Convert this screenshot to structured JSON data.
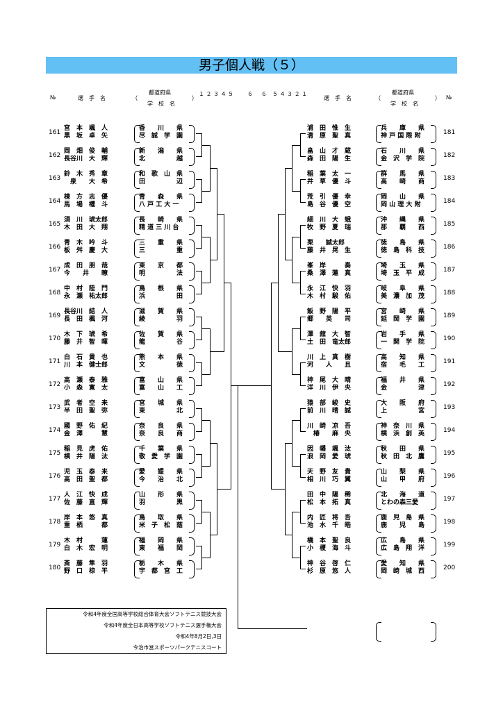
{
  "title": "男子個人戦（５）",
  "header": {
    "no": "№",
    "players": "選　手　名",
    "pref": "都道府県",
    "school": "学　校　名",
    "rounds_left": "１ ２ ３ ４ ５",
    "rounds_left2": "６",
    "rounds_right": "５ ４ ３ ２ １",
    "rounds_right2": "６",
    "paren_open": "（",
    "paren_close": "）"
  },
  "left": [
    {
      "no": "161",
      "p1": "宮　本　颯　人",
      "p2": "黒　坂　卓　矢",
      "s1": "香　　川　　県",
      "s2": "尽　誠　学　園"
    },
    {
      "no": "162",
      "p1": "岡　畑　俊　輔",
      "p2": "長谷川　大　輝",
      "s1": "新　　潟　　県",
      "s2": "北　　　　　越"
    },
    {
      "no": "163",
      "p1": "鈴　木　秀　章",
      "p2": "　泉　　大　希",
      "s1": "和　歌　山　県",
      "s2": "田　　　　　辺"
    },
    {
      "no": "164",
      "p1": "棟　方　志　優",
      "p2": "馬　場　權　斗",
      "s1": "青　　森　　県",
      "s2": "八 戸 工 大 一"
    },
    {
      "no": "165",
      "p1": "須　川　琥太郎",
      "p2": "木　田　大　翔",
      "s1": "長　　崎　　県",
      "s2": "精 道 三 川 台"
    },
    {
      "no": "166",
      "p1": "青　木　吟　斗",
      "p2": "板　舛　慶　大",
      "s1": "三　　重　　県",
      "s2": "三　　　　　重"
    },
    {
      "no": "167",
      "p1": "成　田　朋　哉",
      "p2": "今　　井　　瞭",
      "s1": "東　　京　　都",
      "s2": "明　　　　　法"
    },
    {
      "no": "168",
      "p1": "中　村　陸　門",
      "p2": "永　瀬　祐太郎",
      "s1": "鳥　　根　　県",
      "s2": "浜　　　　　田"
    },
    {
      "no": "169",
      "p1": "長谷川　結　人",
      "p2": "長　田　楓　河",
      "s1": "滋　　賀　　県",
      "s2": "綾　　　　　羽"
    },
    {
      "no": "170",
      "p1": "木　下　琥　希",
      "p2": "藤　井　智　暉",
      "s1": "佐　　賀　　県",
      "s2": "龍　　　　　谷"
    },
    {
      "no": "171",
      "p1": "白　石　貴　也",
      "p2": "川　本　健士郎",
      "s1": "熊　　本　　県",
      "s2": "文　　　　　徳"
    },
    {
      "no": "172",
      "p1": "高　瀬　泰　雅",
      "p2": "小　森　寛　太",
      "s1": "富　　山　　県",
      "s2": "富　　山　　工"
    },
    {
      "no": "173",
      "p1": "武　者　空　来",
      "p2": "半　田　聖　弥",
      "s1": "宮　　城　　県",
      "s2": "東　　　　　北"
    },
    {
      "no": "174",
      "p1": "國　野　佑　紀",
      "p2": "金　澤　　　慧",
      "s1": "奈　　良　　県",
      "s2": "奈　　良　　商"
    },
    {
      "no": "175",
      "p1": "稲　見　虎　佑",
      "p2": "横　井　陽　汰",
      "s1": "千　　葉　　県",
      "s2": "敬　愛　学　園"
    },
    {
      "no": "176",
      "p1": "児　玉　泰　来",
      "p2": "高　田　聖　都",
      "s1": "愛　　媛　　県",
      "s2": "今　　治　　北"
    },
    {
      "no": "177",
      "p1": "人　江　快　成",
      "p2": "佐　藤　直　輝",
      "s1": "山　　形　　県",
      "s2": "羽　　　　　黒"
    },
    {
      "no": "178",
      "p1": "岸　本　悠　真",
      "p2": "重　栖　　　都",
      "s1": "鳥　　取　　県",
      "s2": "米　子　松　蔭"
    },
    {
      "no": "179",
      "p1": "木　村　　　蓮",
      "p2": "白　木　宏　明",
      "s1": "福　　岡　　県",
      "s2": "東　　福　　岡"
    },
    {
      "no": "180",
      "p1": "斎　藤　隼　羽",
      "p2": "野　口　椋　平",
      "s1": "栃　　木　　県",
      "s2": "宇　都　宮　工"
    }
  ],
  "right": [
    {
      "no": "181",
      "p1": "浦　田　惟　生",
      "p2": "清　原　聖　真",
      "s1": "兵　　庫　　県",
      "s2": "神 戸 国 際 附"
    },
    {
      "no": "182",
      "p1": "畠　山　才　蔵",
      "p2": "森　田　陽　生",
      "s1": "石　　川　　県",
      "s2": "金　沢　学　院"
    },
    {
      "no": "183",
      "p1": "稲　葉　太　一",
      "p2": "井　草　優　斗",
      "s1": "群　　馬　　県",
      "s2": "高　　崎　　商"
    },
    {
      "no": "184",
      "p1": "荒　引　優　幸",
      "p2": "島　谷　優　空",
      "s1": "岡　　山　　県",
      "s2": "岡 山 理 大 附"
    },
    {
      "no": "185",
      "p1": "細　川　大　蛾",
      "p2": "牧　野　夏　瑞",
      "s1": "沖　　縄　　県",
      "s2": "那　　覇　　西"
    },
    {
      "no": "186",
      "p1": "栗　　誠太郎",
      "p2": "藤　井　晃　生",
      "s1": "徳　　島　　県",
      "s2": "徳　島　科　技"
    },
    {
      "no": "187",
      "p1": "峯　岸　　　奏",
      "p2": "桑　澤　蓮　真",
      "s1": "埼　　玉　　県",
      "s2": "埼　玉　平　成"
    },
    {
      "no": "188",
      "p1": "永　江　快　羽",
      "p2": "木　村　駿　佑",
      "s1": "岐　　阜　　県",
      "s2": "美　濃　加　茂"
    },
    {
      "no": "189",
      "p1": "飯　野　陽　平",
      "p2": "郷　　英　　司",
      "s1": "宮　　崎　　県",
      "s2": "延　岡　学　園"
    },
    {
      "no": "190",
      "p1": "澤　舘　大　智",
      "p2": "土　田　竜太郎",
      "s1": "岩　　手　　県",
      "s2": "一　関　学　院"
    },
    {
      "no": "191",
      "p1": "川　上　真　樹",
      "p2": "河　　人　　且",
      "s1": "高　　知　　県",
      "s2": "宿　　毛　　工"
    },
    {
      "no": "192",
      "p1": "神　尾　大　晴",
      "p2": "洋　川　伊　央",
      "s1": "福　　井　　県",
      "s2": "金　　　　　津"
    },
    {
      "no": "193",
      "p1": "猿　部　峻　史",
      "p2": "前　川　晴　誠",
      "s1": "大　　阪　　府",
      "s2": "上　　　　　宮"
    },
    {
      "no": "194",
      "p1": "川　崎　凉　吾",
      "p2": "　椿　　麻　央",
      "s1": "神　奈　川　県",
      "s2": "横　浜　創　英"
    },
    {
      "no": "195",
      "p1": "因　幡　颯　汰",
      "p2": "浪　岡　愛　琥",
      "s1": "秋　　田　　県",
      "s2": "秋　田　北　鷹"
    },
    {
      "no": "196",
      "p1": "天　野　友　貴",
      "p2": "相　川　巧　翼",
      "s1": "山　　梨　　県",
      "s2": "山　　甲　　府"
    },
    {
      "no": "197",
      "p1": "田　中　陽　稀",
      "p2": "松　本　拓　真",
      "s1": "北　　海　　道",
      "s2": "とわの森三愛"
    },
    {
      "no": "198",
      "p1": "内　匠　将　吾",
      "p2": "池　水　千　皓",
      "s1": "鹿　児　島　県",
      "s2": "鹿　　児　　島"
    },
    {
      "no": "199",
      "p1": "橋　本　聖　良",
      "p2": "小　榎　海　斗",
      "s1": "広　　島　　県",
      "s2": "広　島　翔　洋"
    },
    {
      "no": "200",
      "p1": "神　谷　啓　仁",
      "p2": "杉　原　悠　人",
      "s1": "愛　　知　　県",
      "s2": "岡　崎　城　西"
    }
  ],
  "footer": {
    "l1": "令和4年度全国高等学校総合体育大会ソフトテニス競技大会",
    "l2": "令和4年度全日本高等学校ソフトテニス選手権大会",
    "l3": "令和4年8月2日,3日",
    "l4": "今治市営スポーツパークテニスコート"
  }
}
